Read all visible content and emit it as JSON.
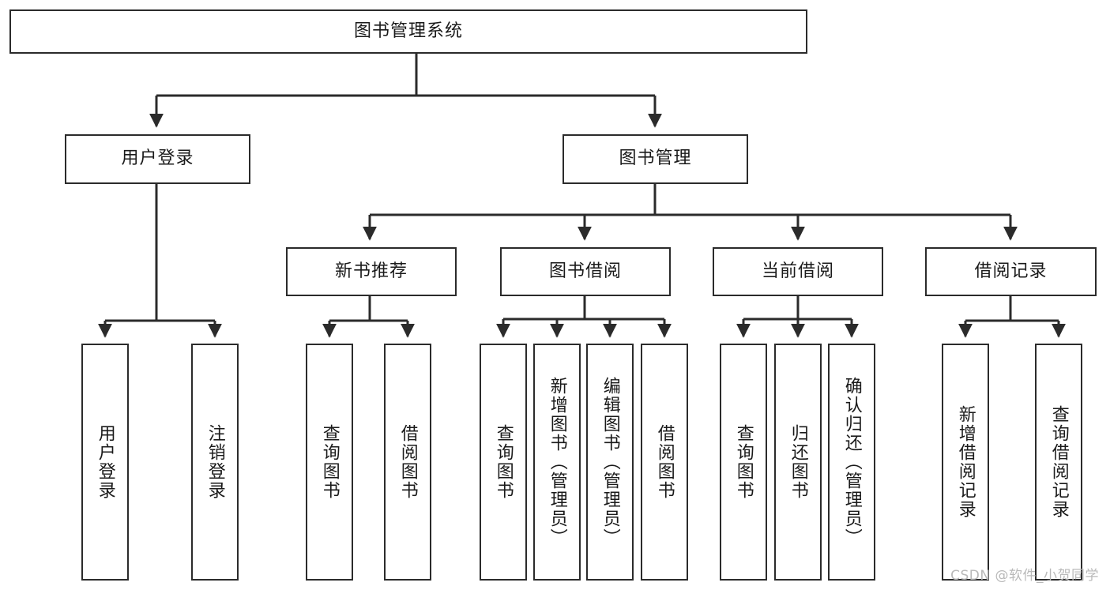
{
  "diagram": {
    "type": "tree",
    "title_node": "图书管理系统",
    "watermark": "CSDN @软件_小贺同学",
    "stroke_color": "#2b2b2b",
    "fill_color": "#ffffff",
    "text_color": "#1a1a1a",
    "watermark_color": "#b9b9b9"
  },
  "nodes": {
    "root": {
      "label": "图书管理系统"
    },
    "level2": [
      {
        "label": "用户登录"
      },
      {
        "label": "图书管理"
      }
    ],
    "level3": [
      {
        "label": "新书推荐"
      },
      {
        "label": "图书借阅"
      },
      {
        "label": "当前借阅"
      },
      {
        "label": "借阅记录"
      }
    ],
    "leaves_user_login": [
      {
        "label": "用户登录"
      },
      {
        "label": "注销登录"
      }
    ],
    "leaves_new_book": [
      {
        "label": "查询图书"
      },
      {
        "label": "借阅图书"
      }
    ],
    "leaves_borrow": [
      {
        "label": "查询图书"
      },
      {
        "label": "新增图书（管理员）"
      },
      {
        "label": "编辑图书（管理员）"
      },
      {
        "label": "借阅图书"
      }
    ],
    "leaves_current": [
      {
        "label": "查询图书"
      },
      {
        "label": "归还图书"
      },
      {
        "label": "确认归还（管理员）"
      }
    ],
    "leaves_records": [
      {
        "label": "新增借阅记录"
      },
      {
        "label": "查询借阅记录"
      }
    ]
  }
}
